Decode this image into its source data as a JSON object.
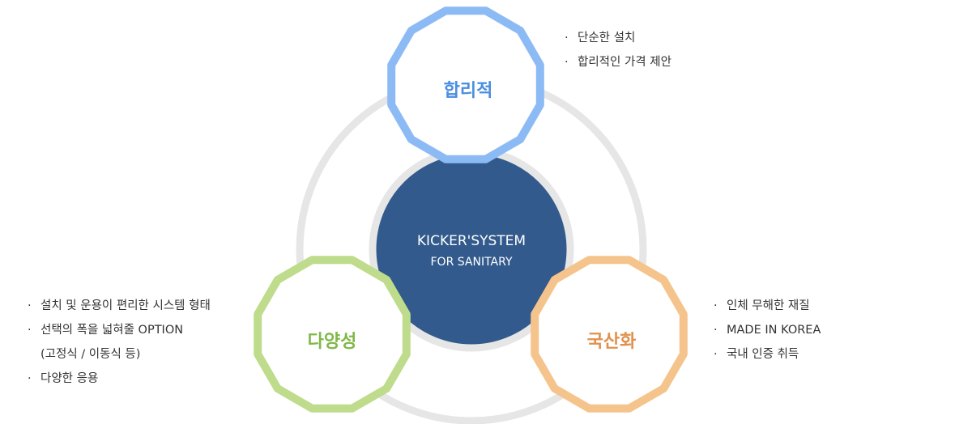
{
  "center": {
    "title": "KICKER'SYSTEM",
    "subtitle": "FOR SANITARY"
  },
  "nodes": [
    {
      "label": "합리적",
      "color": "#4a8ee0",
      "stroke": "#8cbaf5",
      "bullets": [
        "단순한 설치",
        "합리적인 가격 제안"
      ]
    },
    {
      "label": "다양성",
      "color": "#80b848",
      "stroke": "#bedc8c",
      "bullets": [
        "설치 및 운용이 편리한 시스템 형태",
        "선택의 폭을 넓혀줄 OPTION",
        "(고정식 / 이동식 등)",
        "다양한 응용"
      ]
    },
    {
      "label": "국산화",
      "color": "#e0924c",
      "stroke": "#f5c48c",
      "bullets": [
        "인체 무해한 재질",
        "MADE IN KOREA",
        "국내 인증 취득"
      ]
    }
  ],
  "bullet_char": "·",
  "colors": {
    "ring": "#e6e6e6",
    "core": "#325a8c"
  }
}
